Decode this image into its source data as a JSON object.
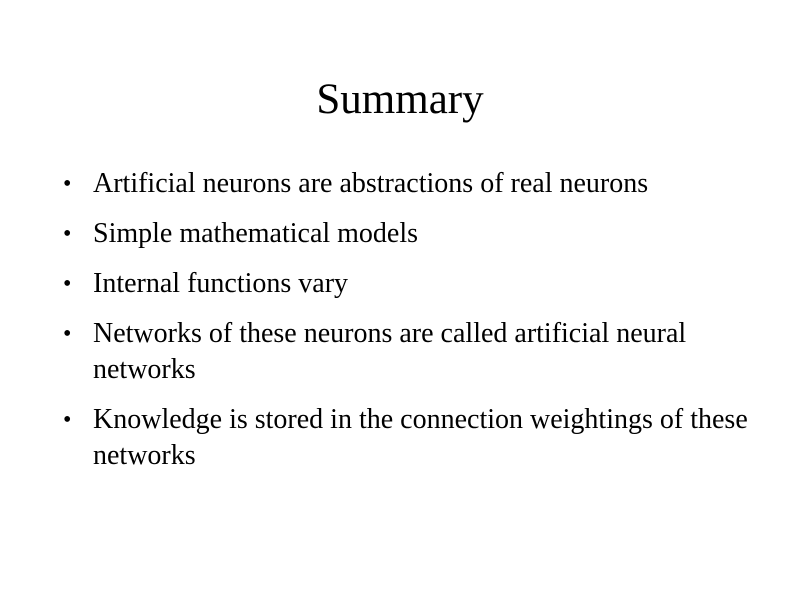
{
  "slide": {
    "title": "Summary",
    "bullets": [
      {
        "text": "Artificial neurons are abstractions of real neurons"
      },
      {
        "text": "Simple mathematical models"
      },
      {
        "text": "Internal functions vary"
      },
      {
        "text": "Networks of these neurons are called artificial neural networks"
      },
      {
        "text": "Knowledge is stored in the connection weightings of these networks"
      }
    ],
    "bullet_symbol": "•"
  }
}
